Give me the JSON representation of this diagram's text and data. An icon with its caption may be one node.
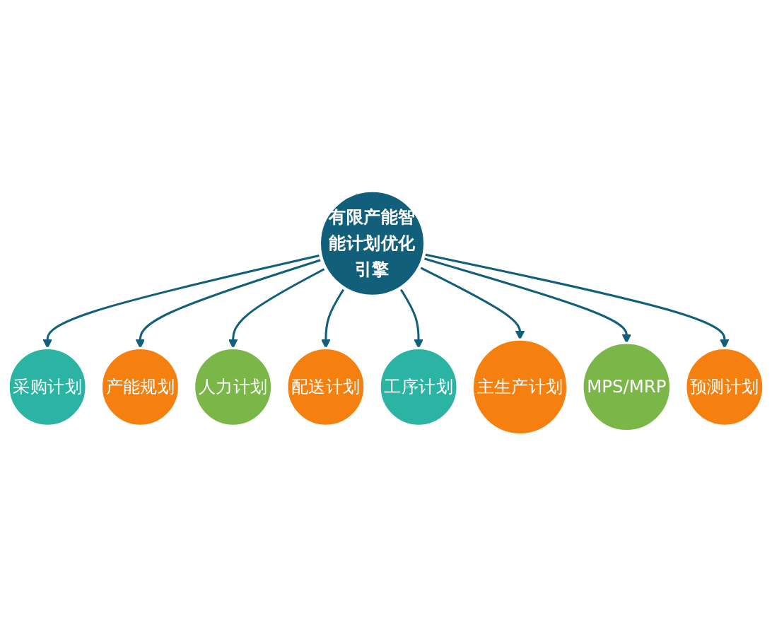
{
  "diagram": {
    "nodes": [
      {
        "text": [
          "有限产能智能计划优化引擎"
        ]
      },
      {
        "text": [
          "采购计划"
        ]
      },
      {
        "text": [
          "产能规划"
        ]
      },
      {
        "text": [
          "人力计划"
        ]
      },
      {
        "text": [
          "配送计划"
        ]
      },
      {
        "text": [
          "工序计划"
        ]
      },
      {
        "text": [
          "主生产计划"
        ]
      },
      {
        "text": [
          "MPS/MRP"
        ]
      },
      {
        "text": [
          "预测计划"
        ]
      }
    ],
    "edges": [
      {
        "from": 0,
        "to": 1,
        "arrow": "to"
      },
      {
        "from": 0,
        "to": 2,
        "arrow": "to"
      },
      {
        "from": 0,
        "to": 3,
        "arrow": "to"
      },
      {
        "from": 0,
        "to": 4,
        "arrow": "to"
      },
      {
        "from": 0,
        "to": 5,
        "arrow": "to"
      },
      {
        "from": 0,
        "to": 6,
        "arrow": "to"
      },
      {
        "from": 0,
        "to": 7,
        "arrow": "to"
      },
      {
        "from": 0,
        "to": 8,
        "arrow": "to"
      }
    ]
  }
}
